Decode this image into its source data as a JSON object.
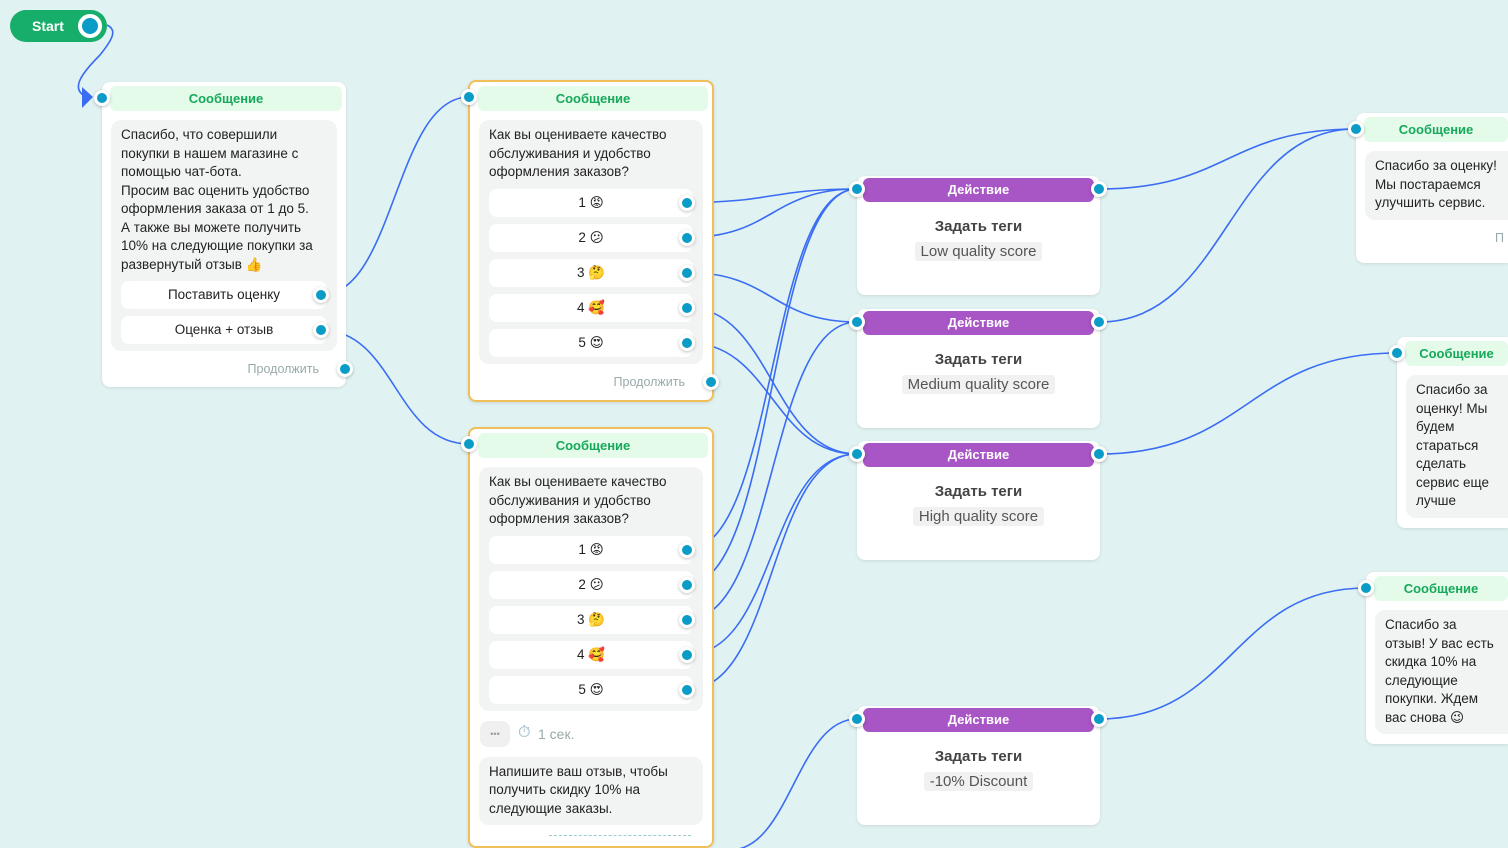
{
  "start": {
    "label": "Start"
  },
  "colors": {
    "message_header": "#17a85c",
    "action_header": "#a855c5",
    "connector": "#0a9cc6",
    "edge": "#3a6cf4",
    "selected_border": "#f1bf5a"
  },
  "message1": {
    "header": "Сообщение",
    "text": "Спасибо, что совершили покупки в нашем магазине с помощью чат-бота.\nПросим вас оценить удобство оформления заказа от 1 до 5.\nА также вы можете получить 10% на следующие покупки за развернутый отзыв 👍",
    "buttons": [
      "Поставить оценку",
      "Оценка + отзыв"
    ],
    "continue": "Продолжить"
  },
  "message2": {
    "header": "Сообщение",
    "text": "Как вы оцениваете качество обслуживания и удобство оформления заказов?",
    "options": [
      "1 😡",
      "2 😕",
      "3 🤔",
      "4 🥰",
      "5 😍"
    ],
    "continue": "Продолжить"
  },
  "message3": {
    "header": "Сообщение",
    "text": "Как вы оцениваете качество обслуживания и удобство оформления заказов?",
    "options": [
      "1 😡",
      "2 😕",
      "3 🤔",
      "4 🥰",
      "5 😍"
    ],
    "more": "•••",
    "delay": "1 сек.",
    "text2": "Напишите ваш отзыв, чтобы получить скидку 10% на следующие заказы."
  },
  "actions": [
    {
      "header": "Действие",
      "title": "Задать теги",
      "tag": "Low quality score"
    },
    {
      "header": "Действие",
      "title": "Задать теги",
      "tag": "Medium quality score"
    },
    {
      "header": "Действие",
      "title": "Задать теги",
      "tag": "High quality score"
    },
    {
      "header": "Действие",
      "title": "Задать теги",
      "tag": "-10% Discount"
    }
  ],
  "right_messages": [
    {
      "header": "Сообщение",
      "text": "Спасибо за оценку! Мы постараемся улучшить сервис.",
      "continue": "П"
    },
    {
      "header": "Сообщение",
      "text": "Спасибо за оценку! Мы будем стараться сделать сервис еще лучше"
    },
    {
      "header": "Сообщение",
      "text": "Спасибо за отзыв! У вас есть скидка 10% на следующие покупки. Ждем вас снова 😉"
    }
  ]
}
